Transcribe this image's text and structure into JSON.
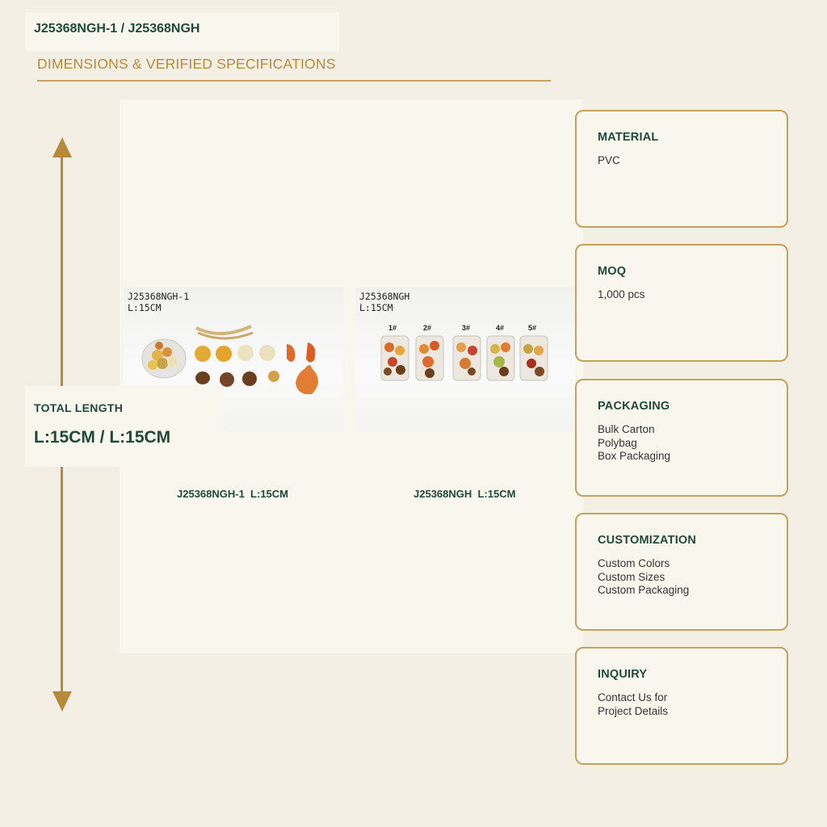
{
  "header": {
    "title": "J25368NGH-1 / J25368NGH",
    "subtitle": "DIMENSIONS & VERIFIED SPECIFICATIONS"
  },
  "products": [
    {
      "photo_code": "J25368NGH-1",
      "photo_length": "L:15CM",
      "caption": "J25368NGH-1  L:15CM"
    },
    {
      "photo_code": "J25368NGH",
      "photo_length": "L:15CM",
      "caption": "J25368NGH  L:15CM",
      "variants": [
        "1#",
        "2#",
        "3#",
        "4#",
        "5#"
      ]
    }
  ],
  "total_length": {
    "label": "TOTAL LENGTH",
    "value": "L:15CM / L:15CM"
  },
  "specs": [
    {
      "title": "MATERIAL",
      "lines": [
        "PVC"
      ]
    },
    {
      "title": "MOQ",
      "lines": [
        "1,000 pcs"
      ]
    },
    {
      "title": "PACKAGING",
      "lines": [
        "Bulk Carton",
        "Polybag",
        "Box Packaging"
      ]
    },
    {
      "title": "CUSTOMIZATION",
      "lines": [
        "Custom Colors",
        "Custom Sizes",
        "Custom Packaging"
      ]
    },
    {
      "title": "INQUIRY",
      "lines": [
        "Contact Us for",
        "Project Details"
      ]
    }
  ],
  "colors": {
    "background": "#f4efe5",
    "panel": "#f9f6ee",
    "accent_gold": "#b58a3a",
    "heading_green": "#1f4a3a"
  }
}
